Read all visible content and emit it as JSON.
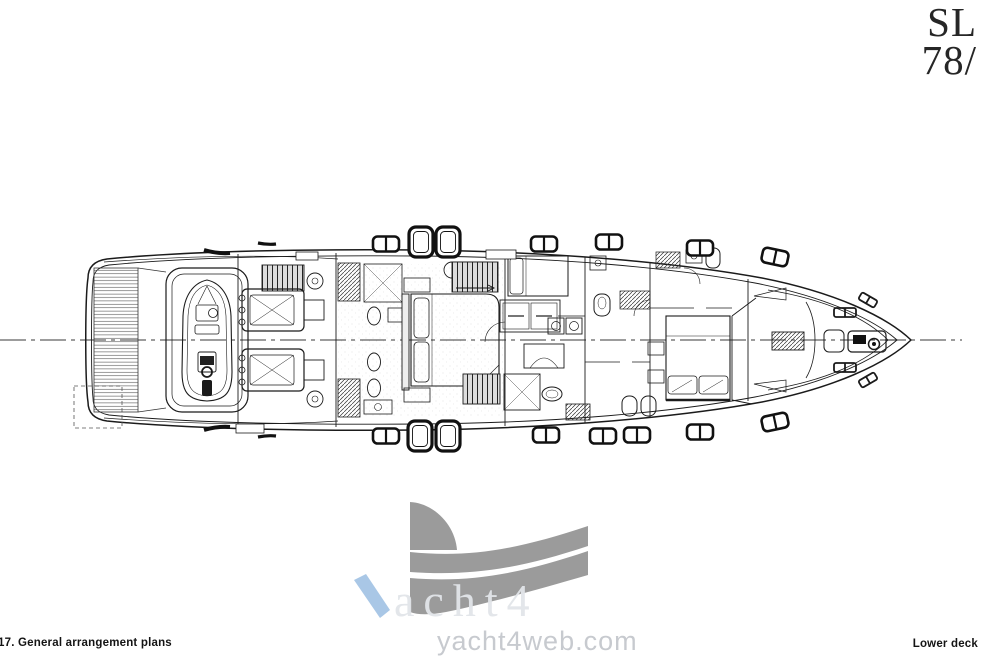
{
  "brand": {
    "line1": "SL",
    "line2": "78/"
  },
  "footer": {
    "left": "17.  General arrangement plans",
    "right": "Lower deck"
  },
  "watermark": {
    "site": "yacht4web.com",
    "ghost_text": "acht4"
  },
  "colors": {
    "ink": "#1b1b1b",
    "stair_gray": "#dcdcdc",
    "watermark_gray": "#9b9b9b",
    "watermark_site_gray": "#c7cacf",
    "ghost_text_gray": "#e2e5e9",
    "sail_blue": "#a9c7e6"
  },
  "diagram": {
    "type": "yacht-general-arrangement-plan",
    "model": "SL 78",
    "deck_label": "Lower deck",
    "components": [
      "hull-outline",
      "centerline",
      "swim-platform",
      "passerelle-outline",
      "tender-garage",
      "tender",
      "engine-room",
      "port-engine",
      "starboard-engine",
      "engine-room-stairs",
      "master-cabin",
      "master-bed",
      "en-suite-bathrooms",
      "wardrobes",
      "companionway-stairs",
      "guest-cabin-bed",
      "settee",
      "washer-dryer",
      "vip-cabin",
      "vip-bed",
      "crew-area",
      "chain-locker",
      "anchor-windlass",
      "mooring-cleats",
      "hull-portholes",
      "deck-hatches"
    ]
  }
}
